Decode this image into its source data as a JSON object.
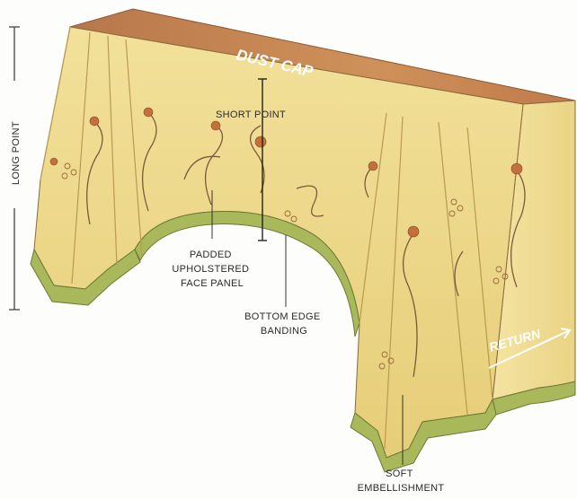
{
  "labels": {
    "dust_cap": "DUST CAP",
    "long_point": "LONG POINT",
    "short_point": "SHORT POINT",
    "face_panel": [
      "PADDED",
      "UPHOLSTERED",
      "FACE PANEL"
    ],
    "bottom_edge": [
      "BOTTOM EDGE",
      "BANDING"
    ],
    "return": "RETURN",
    "soft_embellishment": [
      "SOFT",
      "EMBELLISHMENT"
    ]
  },
  "colors": {
    "fabric": "#eed98a",
    "fabric_shadow": "#dcc26c",
    "dust_cap": "#c98a55",
    "banding": "#a9b85a",
    "vine": "#7a5a3a",
    "flower": "#c4703a",
    "leader": "#333333"
  }
}
